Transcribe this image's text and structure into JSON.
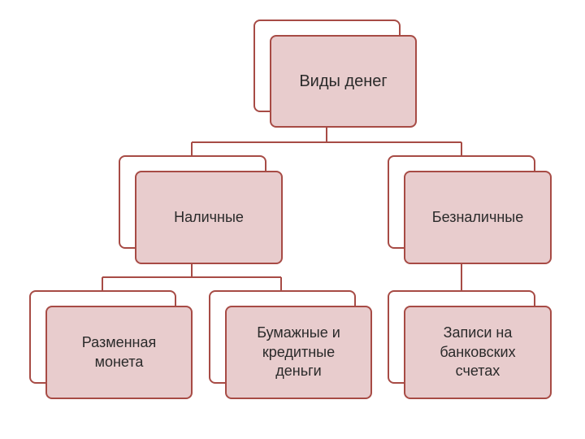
{
  "diagram": {
    "root": "Виды денег",
    "cash": "Наличные",
    "noncash": "Безналичные",
    "coin": "Разменная\nмонета",
    "paper": "Бумажные и\nкредитные\nденьги",
    "bank": "Записи на\nбанковских\nсчетах"
  },
  "colors": {
    "border": "#a74b45",
    "fill": "#e8cccd",
    "connector": "#a74b45"
  }
}
